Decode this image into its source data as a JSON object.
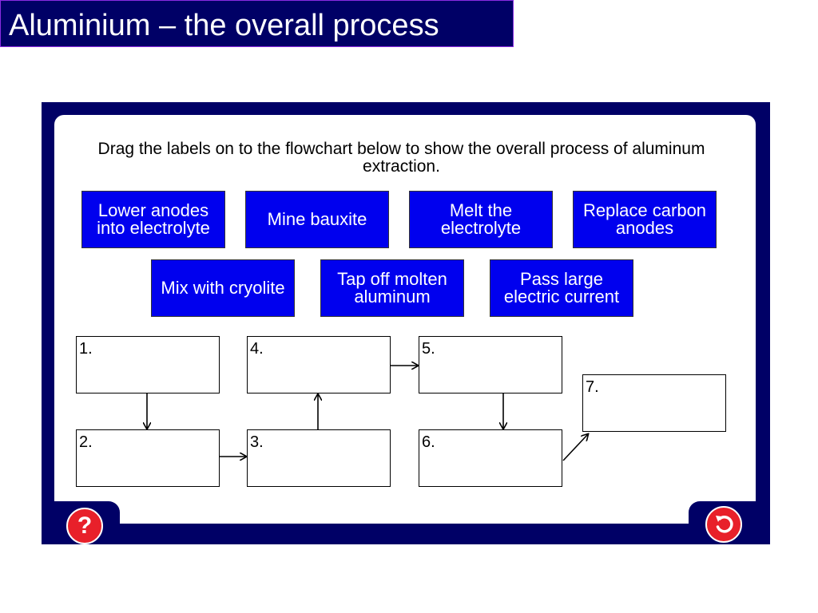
{
  "window": {
    "title": "Aluminium – the overall process"
  },
  "instructions": "Drag the labels on to the flowchart below to show the overall process of aluminum extraction.",
  "labels": [
    {
      "text": "Lower anodes into electrolyte"
    },
    {
      "text": "Mine bauxite"
    },
    {
      "text": "Melt the electrolyte"
    },
    {
      "text": "Replace carbon anodes"
    },
    {
      "text": "Mix with cryolite"
    },
    {
      "text": "Tap off molten aluminum"
    },
    {
      "text": "Pass large electric current"
    }
  ],
  "boxes": [
    {
      "number": "1."
    },
    {
      "number": "2."
    },
    {
      "number": "3."
    },
    {
      "number": "4."
    },
    {
      "number": "5."
    },
    {
      "number": "6."
    },
    {
      "number": "7."
    }
  ],
  "buttons": {
    "help_symbol": "?",
    "reset_icon": "undo-arrow-icon"
  },
  "colors": {
    "navy": "#000066",
    "label_blue": "#0000ee",
    "button_red": "#e8202a"
  }
}
